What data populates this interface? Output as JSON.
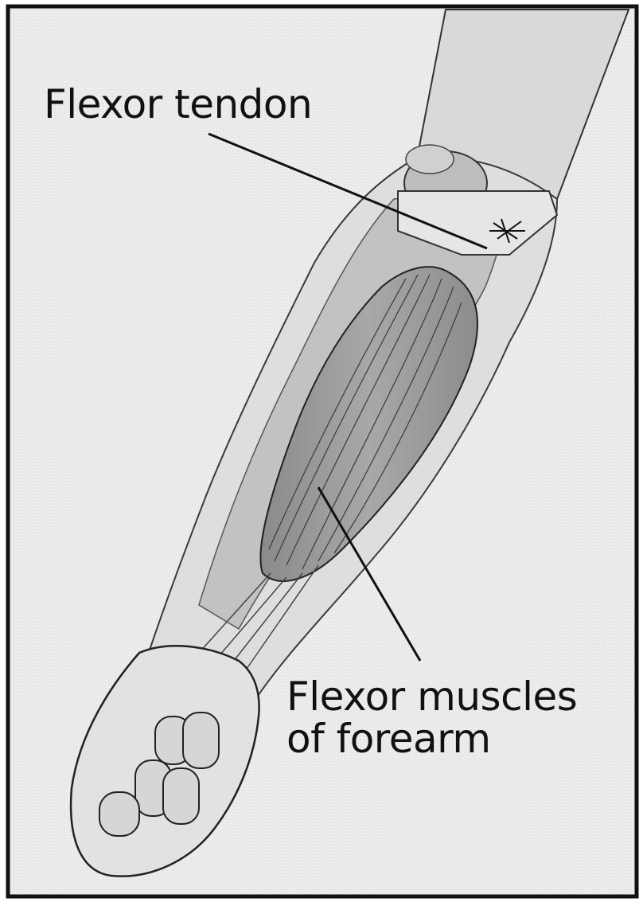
{
  "labels": {
    "tendon": "Flexor tendon",
    "muscles_line1": "Flexor muscles",
    "muscles_line2": "of forearm"
  },
  "colors": {
    "background": "#e9e9e9",
    "border": "#111111",
    "skin": "#dcdcdc",
    "muscle": "#9a9a9a",
    "muscle_dark": "#7c7c7c",
    "bone": "#c4c4c4",
    "ink": "#1a1a1a"
  }
}
